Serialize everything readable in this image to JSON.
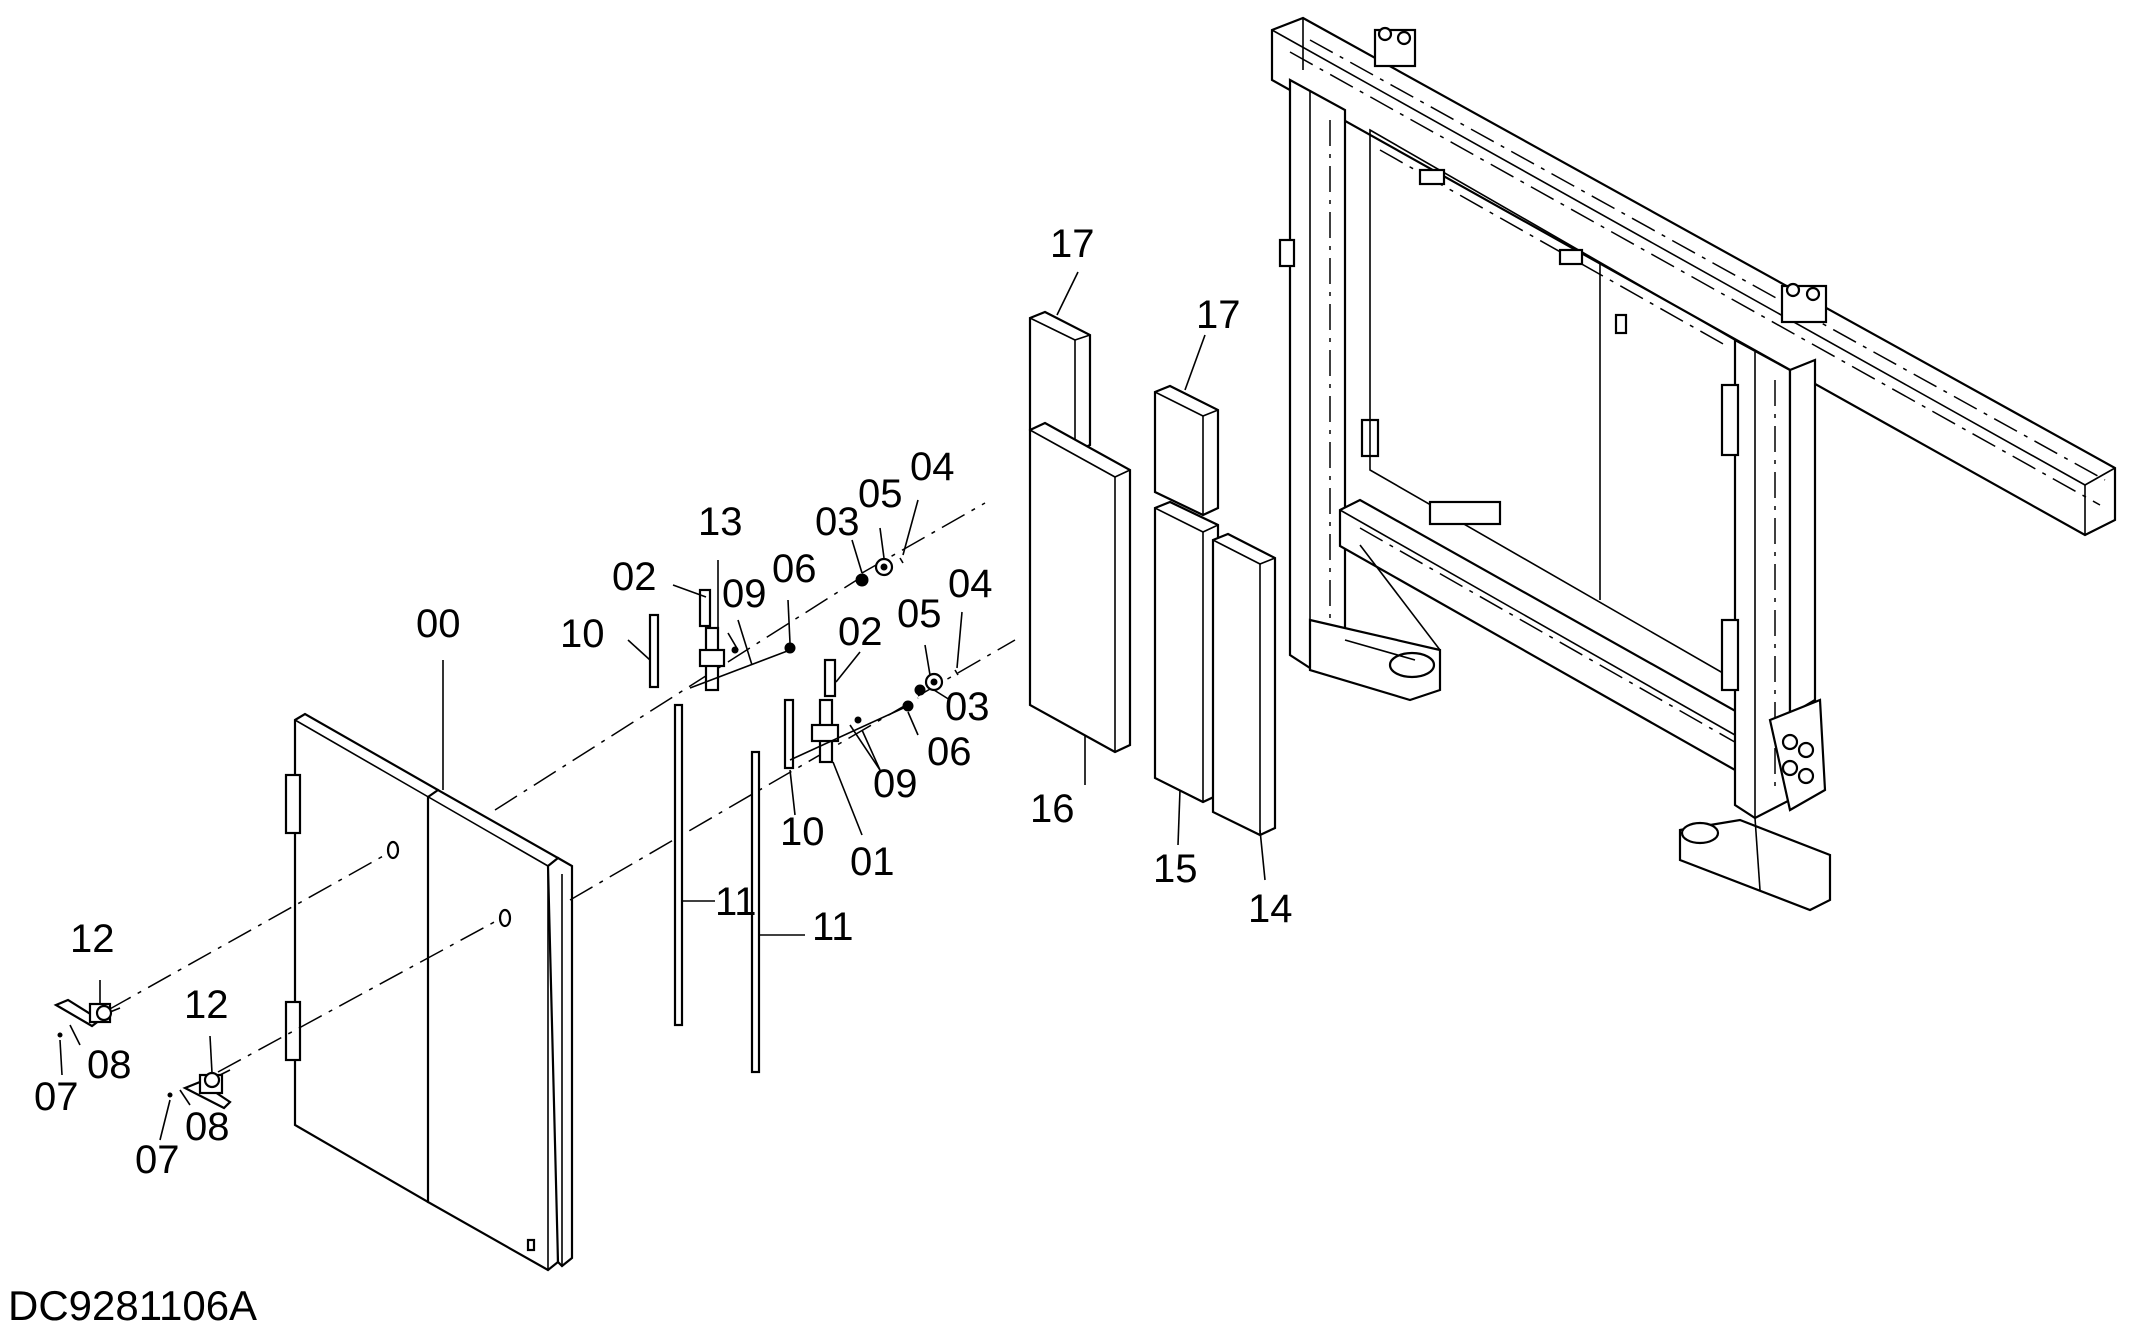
{
  "drawing_code": "DC9281106A",
  "callouts": {
    "c00": "00",
    "c01": "01",
    "c02a": "02",
    "c02b": "02",
    "c03a": "03",
    "c03b": "03",
    "c04a": "04",
    "c04b": "04",
    "c05a": "05",
    "c05b": "05",
    "c06a": "06",
    "c06b": "06",
    "c07a": "07",
    "c07b": "07",
    "c08a": "08",
    "c08b": "08",
    "c09a": "09",
    "c09b": "09",
    "c10a": "10",
    "c10b": "10",
    "c11a": "11",
    "c11b": "11",
    "c12a": "12",
    "c12b": "12",
    "c13": "13",
    "c14": "14",
    "c15": "15",
    "c16": "16",
    "c17a": "17",
    "c17b": "17"
  }
}
